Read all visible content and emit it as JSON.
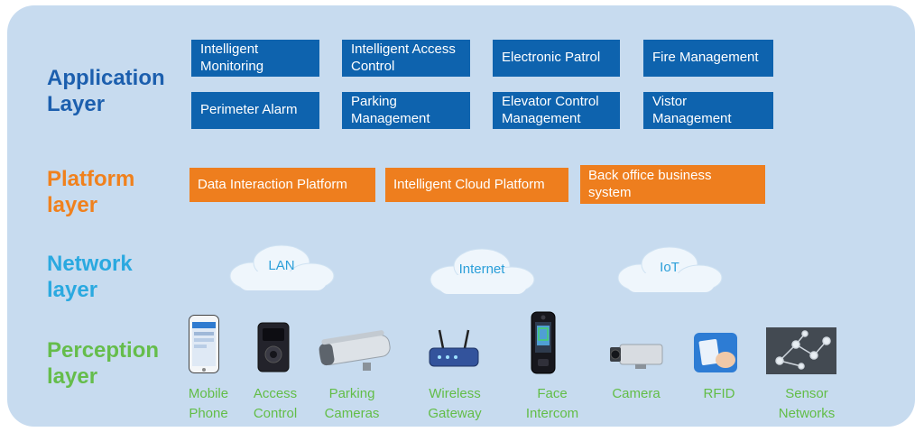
{
  "layers": {
    "application": {
      "label": "Application Layer",
      "boxes": [
        "Intelligent Monitoring",
        "Intelligent Access Control",
        "Electronic Patrol",
        "Fire Management",
        "Perimeter Alarm",
        "Parking Management",
        "Elevator Control Management",
        "Vistor Management"
      ]
    },
    "platform": {
      "label": "Platform layer",
      "boxes": [
        "Data Interaction Platform",
        "Intelligent Cloud Platform",
        "Back office business system"
      ]
    },
    "network": {
      "label": "Network layer",
      "clouds": [
        "LAN",
        "Internet",
        "IoT"
      ]
    },
    "perception": {
      "label": "Perception layer",
      "devices": [
        {
          "id": "mobile-phone",
          "label": "Mobile Phone"
        },
        {
          "id": "access-control",
          "label": "Access Control"
        },
        {
          "id": "parking-cameras",
          "label": "Parking Cameras"
        },
        {
          "id": "wireless-gateway",
          "label": "Wireless Gateway"
        },
        {
          "id": "face-intercom",
          "label": "Face Intercom"
        },
        {
          "id": "camera",
          "label": "Camera"
        },
        {
          "id": "rfid",
          "label": "RFID"
        },
        {
          "id": "sensor-networks",
          "label": "Sensor Networks"
        }
      ]
    }
  },
  "colors": {
    "background": "#c7dbef",
    "application_box": "#0e63ae",
    "platform_box": "#ee7e1e",
    "application_label": "#1c5fae",
    "platform_label": "#f0811d",
    "network_label": "#2aa9e0",
    "perception_label": "#65bd4b"
  }
}
